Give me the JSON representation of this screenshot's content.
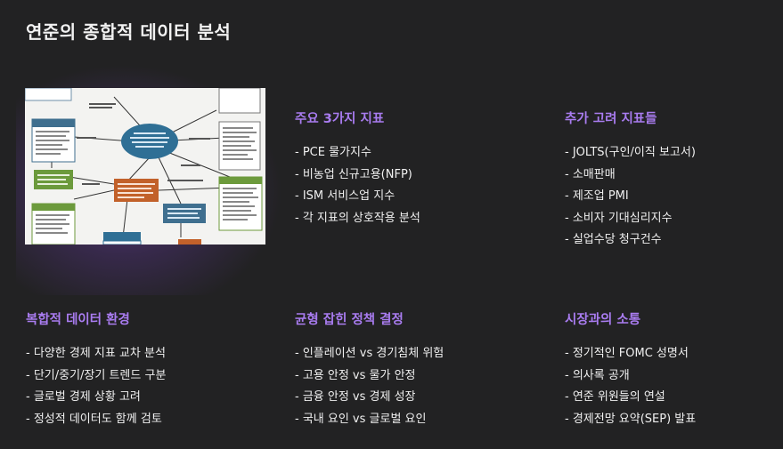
{
  "title": "연준의 종합적 데이터 분석",
  "sections": {
    "main": {
      "heading": "주요 3가지 지표",
      "items": [
        "- PCE 물가지수",
        "- 비농업 신규고용(NFP)",
        "- ISM 서비스업 지수",
        "- 각 지표의 상호작용 분석"
      ]
    },
    "extra": {
      "heading": "추가 고려 지표들",
      "items": [
        "- JOLTS(구인/이직 보고서)",
        "- 소매판매",
        "- 제조업 PMI",
        "- 소비자 기대심리지수",
        "- 실업수당 청구건수"
      ]
    },
    "complex": {
      "heading": "복합적 데이터 환경",
      "items": [
        "- 다양한 경제 지표 교차 분석",
        "- 단기/중기/장기 트렌드 구분",
        "- 글로벌 경제 상황 고려",
        "- 정성적 데이터도 함께 검토"
      ]
    },
    "balance": {
      "heading": "균형 잡힌 정책 결정",
      "items": [
        "- 인플레이션 vs 경기침체 위험",
        "- 고용 안정 vs 물가 안정",
        "- 금융 안정 vs 경제 성장",
        "- 국내 요인 vs 글로벌 요인"
      ]
    },
    "comm": {
      "heading": "시장과의 소통",
      "items": [
        "- 정기적인 FOMC 성명서",
        "- 의사록 공개",
        "- 연준 위원들의 연설",
        "- 경제전망 요약(SEP) 발표"
      ]
    }
  },
  "colors": {
    "accent": "#a97cf0",
    "background": "#222223",
    "diagram_blue": "#2f6f95",
    "diagram_orange": "#c2612a",
    "diagram_green": "#6c9a3c"
  }
}
